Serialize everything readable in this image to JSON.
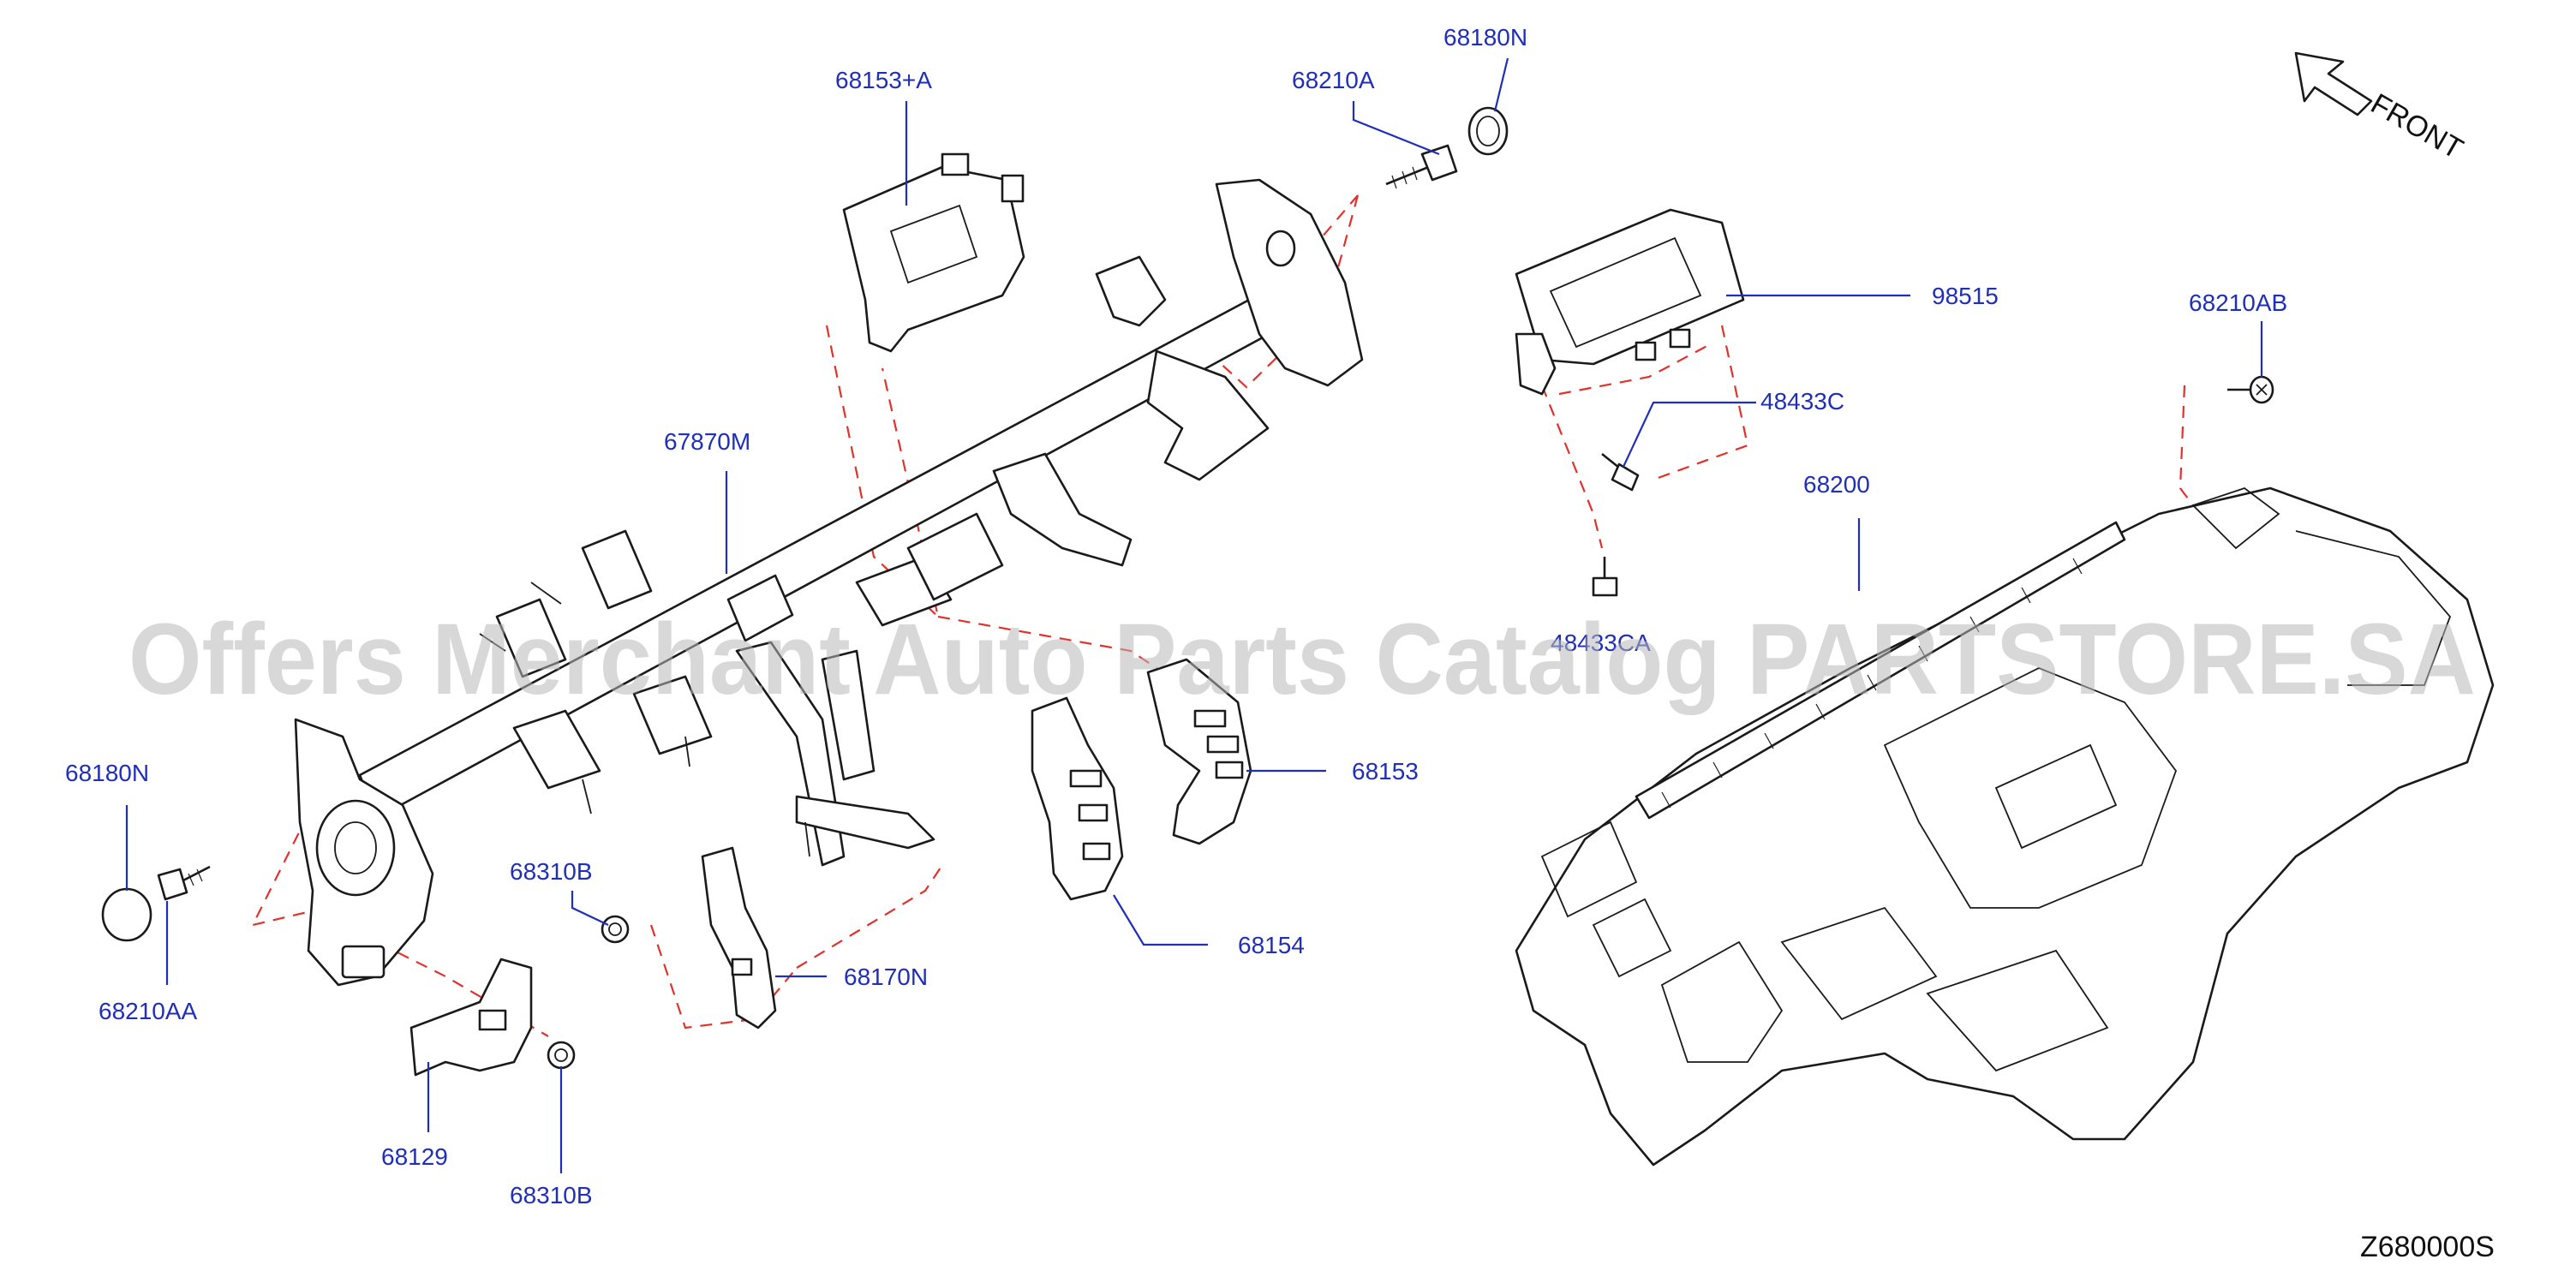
{
  "callouts": {
    "c68153A": "68153+A",
    "c68210A": "68210A",
    "c68180N_top": "68180N",
    "c98515": "98515",
    "c68210AB": "68210AB",
    "c48433C": "48433C",
    "c67870M": "67870M",
    "c68200": "68200",
    "c48433CA": "48433CA",
    "c68153": "68153",
    "c68180N_left": "68180N",
    "c68210AA": "68210AA",
    "c68310B_mid": "68310B",
    "c68170N": "68170N",
    "c68154": "68154",
    "c68129": "68129",
    "c68310B_bottom": "68310B"
  },
  "orientation": {
    "label": "FRONT",
    "icon": "front-arrow-icon"
  },
  "watermark": "Offers Merchant Auto Parts Catalog PARTSTORE.SA",
  "diagram_code": "Z680000S",
  "colors": {
    "callout": "#1f2fb8",
    "dashed_guide": "#e0322b",
    "line_art": "#1a1a1a",
    "watermark": "#b8b8b8"
  }
}
